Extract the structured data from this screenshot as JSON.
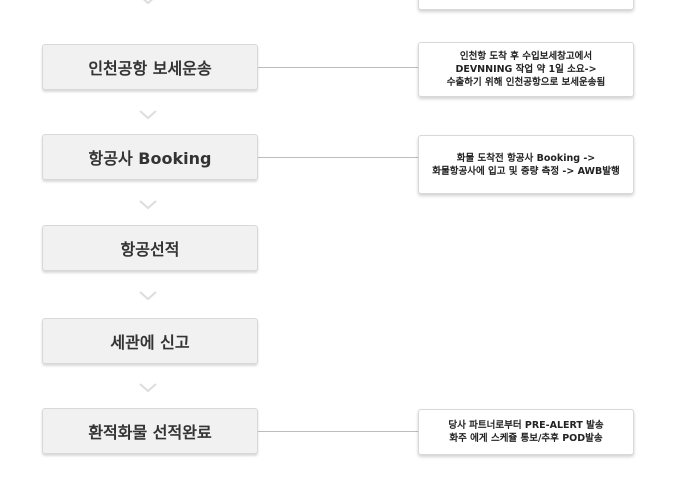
{
  "steps": [
    {
      "label": "인천공항 보세운송"
    },
    {
      "label": "항공사 Booking"
    },
    {
      "label": "항공선적"
    },
    {
      "label": "세관에 신고"
    },
    {
      "label": "환적화물 선적완료"
    }
  ],
  "notes": {
    "bonded": [
      "인천항 도착 후 수입보세창고에서",
      "DEVNNING 작업 약 1일 소요->",
      "수출하기 위해 인천공항으로 보세운송됨"
    ],
    "booking": [
      "화물 도착전 항공사 Booking ->",
      "화물항공사에 입고 및 중량 측정 -> AWB발행"
    ],
    "complete": [
      "당사 파트너로부터 PRE-ALERT 발송",
      "화주 에게 스케쥴 통보/추후 POD발송"
    ]
  },
  "colors": {
    "step_bg": "#f1f1f1",
    "border": "#d8d8d8",
    "line": "#bdbdbd",
    "chevron": "#dddddd"
  }
}
